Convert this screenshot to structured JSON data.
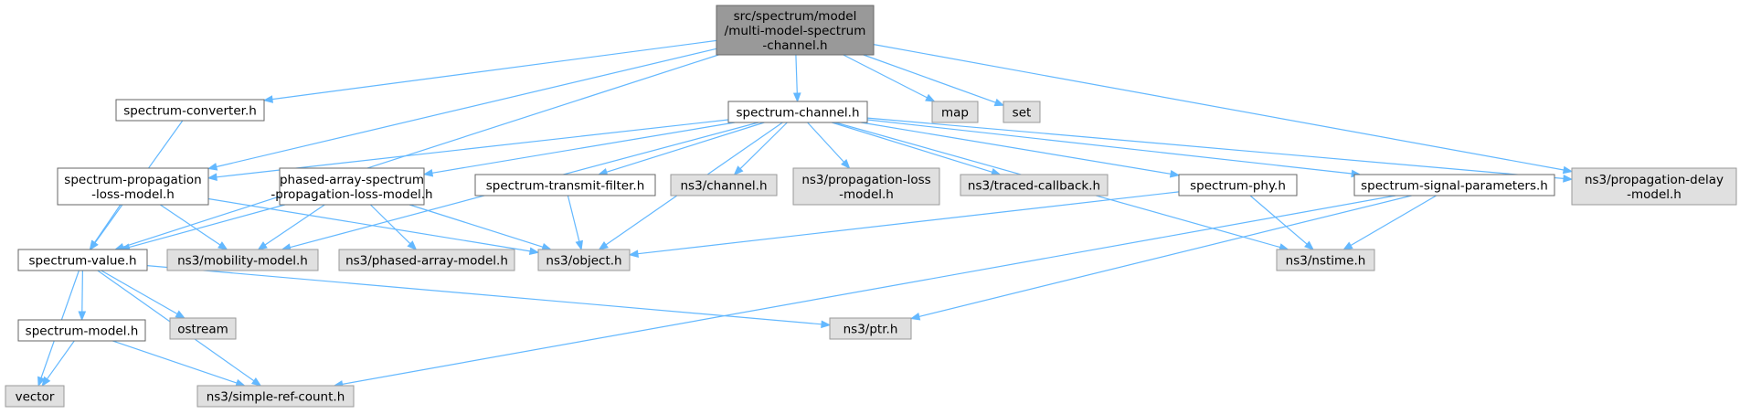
{
  "colors": {
    "root_fill": "#999999",
    "root_stroke": "#666666",
    "doc_fill": "#ffffff",
    "doc_stroke": "#666666",
    "ext_fill": "#e0e0e0",
    "ext_stroke": "#999999",
    "edge": "#63b8ff"
  },
  "nodes": [
    {
      "id": "root",
      "kind": "root",
      "lines": [
        "src/spectrum/model",
        "/multi-model-spectrum",
        "-channel.h"
      ]
    },
    {
      "id": "converter",
      "kind": "doc",
      "lines": [
        "spectrum-converter.h"
      ]
    },
    {
      "id": "channel",
      "kind": "doc",
      "lines": [
        "spectrum-channel.h"
      ]
    },
    {
      "id": "map",
      "kind": "ext",
      "lines": [
        "map"
      ]
    },
    {
      "id": "set",
      "kind": "ext",
      "lines": [
        "set"
      ]
    },
    {
      "id": "proploss",
      "kind": "doc",
      "lines": [
        "spectrum-propagation",
        "-loss-model.h"
      ]
    },
    {
      "id": "phased",
      "kind": "doc",
      "lines": [
        "phased-array-spectrum",
        "-propagation-loss-model.h"
      ]
    },
    {
      "id": "txfilter",
      "kind": "doc",
      "lines": [
        "spectrum-transmit-filter.h"
      ]
    },
    {
      "id": "ns3channel",
      "kind": "ext",
      "lines": [
        "ns3/channel.h"
      ]
    },
    {
      "id": "ns3proploss",
      "kind": "ext",
      "lines": [
        "ns3/propagation-loss",
        "-model.h"
      ]
    },
    {
      "id": "traced",
      "kind": "ext",
      "lines": [
        "ns3/traced-callback.h"
      ]
    },
    {
      "id": "phy",
      "kind": "doc",
      "lines": [
        "spectrum-phy.h"
      ]
    },
    {
      "id": "sigparams",
      "kind": "doc",
      "lines": [
        "spectrum-signal-parameters.h"
      ]
    },
    {
      "id": "propdelay",
      "kind": "ext",
      "lines": [
        "ns3/propagation-delay",
        "-model.h"
      ]
    },
    {
      "id": "value",
      "kind": "doc",
      "lines": [
        "spectrum-value.h"
      ]
    },
    {
      "id": "mobility",
      "kind": "ext",
      "lines": [
        "ns3/mobility-model.h"
      ]
    },
    {
      "id": "phasedmodel",
      "kind": "ext",
      "lines": [
        "ns3/phased-array-model.h"
      ]
    },
    {
      "id": "object",
      "kind": "ext",
      "lines": [
        "ns3/object.h"
      ]
    },
    {
      "id": "nstime",
      "kind": "ext",
      "lines": [
        "ns3/nstime.h"
      ]
    },
    {
      "id": "specmodel",
      "kind": "doc",
      "lines": [
        "spectrum-model.h"
      ]
    },
    {
      "id": "ostream",
      "kind": "ext",
      "lines": [
        "ostream"
      ]
    },
    {
      "id": "ptr",
      "kind": "ext",
      "lines": [
        "ns3/ptr.h"
      ]
    },
    {
      "id": "vector",
      "kind": "ext",
      "lines": [
        "vector"
      ]
    },
    {
      "id": "simpleref",
      "kind": "ext",
      "lines": [
        "ns3/simple-ref-count.h"
      ]
    }
  ],
  "edges": [
    [
      "root",
      "converter"
    ],
    [
      "root",
      "channel"
    ],
    [
      "root",
      "map"
    ],
    [
      "root",
      "set"
    ],
    [
      "root",
      "proploss"
    ],
    [
      "root",
      "value"
    ],
    [
      "root",
      "propdelay"
    ],
    [
      "converter",
      "value"
    ],
    [
      "channel",
      "proploss"
    ],
    [
      "channel",
      "phased"
    ],
    [
      "channel",
      "txfilter"
    ],
    [
      "channel",
      "ns3channel"
    ],
    [
      "channel",
      "ns3proploss"
    ],
    [
      "channel",
      "traced"
    ],
    [
      "channel",
      "phy"
    ],
    [
      "channel",
      "sigparams"
    ],
    [
      "channel",
      "propdelay"
    ],
    [
      "channel",
      "mobility"
    ],
    [
      "channel",
      "object"
    ],
    [
      "channel",
      "nstime"
    ],
    [
      "proploss",
      "value"
    ],
    [
      "proploss",
      "mobility"
    ],
    [
      "proploss",
      "object"
    ],
    [
      "phased",
      "value"
    ],
    [
      "phased",
      "mobility"
    ],
    [
      "phased",
      "phasedmodel"
    ],
    [
      "phased",
      "object"
    ],
    [
      "txfilter",
      "object"
    ],
    [
      "phy",
      "object"
    ],
    [
      "phy",
      "nstime"
    ],
    [
      "sigparams",
      "nstime"
    ],
    [
      "sigparams",
      "ptr"
    ],
    [
      "sigparams",
      "simpleref"
    ],
    [
      "value",
      "specmodel"
    ],
    [
      "value",
      "ostream"
    ],
    [
      "value",
      "ptr"
    ],
    [
      "value",
      "vector"
    ],
    [
      "value",
      "simpleref"
    ],
    [
      "specmodel",
      "vector"
    ],
    [
      "specmodel",
      "simpleref"
    ]
  ]
}
